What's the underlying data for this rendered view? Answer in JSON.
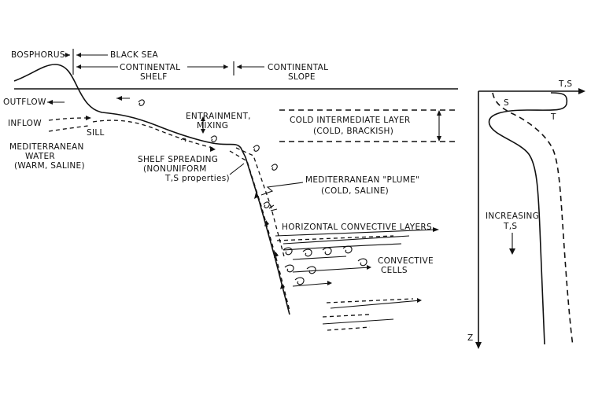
{
  "labels": {
    "bosphorus": "BOSPHORUS",
    "black_sea": "BLACK SEA",
    "continental_shelf_1": "CONTINENTAL",
    "continental_shelf_2": "SHELF",
    "continental_slope_1": "CONTINENTAL",
    "continental_slope_2": "SLOPE",
    "outflow": "OUTFLOW",
    "inflow": "INFLOW",
    "sill": "SILL",
    "med_water_1": "MEDITERRANEAN",
    "med_water_2": "WATER",
    "med_water_3": "(WARM, SALINE)",
    "entrainment_1": "ENTRAINMENT,",
    "entrainment_2": "MIXING",
    "cil_1": "COLD INTERMEDIATE LAYER",
    "cil_2": "(COLD, BRACKISH)",
    "shelf_spread_1": "SHELF SPREADING",
    "shelf_spread_2": "(NONUNIFORM",
    "shelf_spread_3": "T,S properties)",
    "plume_1": "MEDITERRANEAN \"PLUME\"",
    "plume_2": "(COLD, SALINE)",
    "horiz_layers": "HORIZONTAL CONVECTIVE LAYERS",
    "conv_cells_1": "CONVECTIVE",
    "conv_cells_2": "CELLS"
  },
  "profile": {
    "axis_x": "T,S",
    "axis_z": "Z",
    "curve_s": "S",
    "curve_t": "T",
    "increasing_1": "INCREASING",
    "increasing_2": "T,S"
  }
}
